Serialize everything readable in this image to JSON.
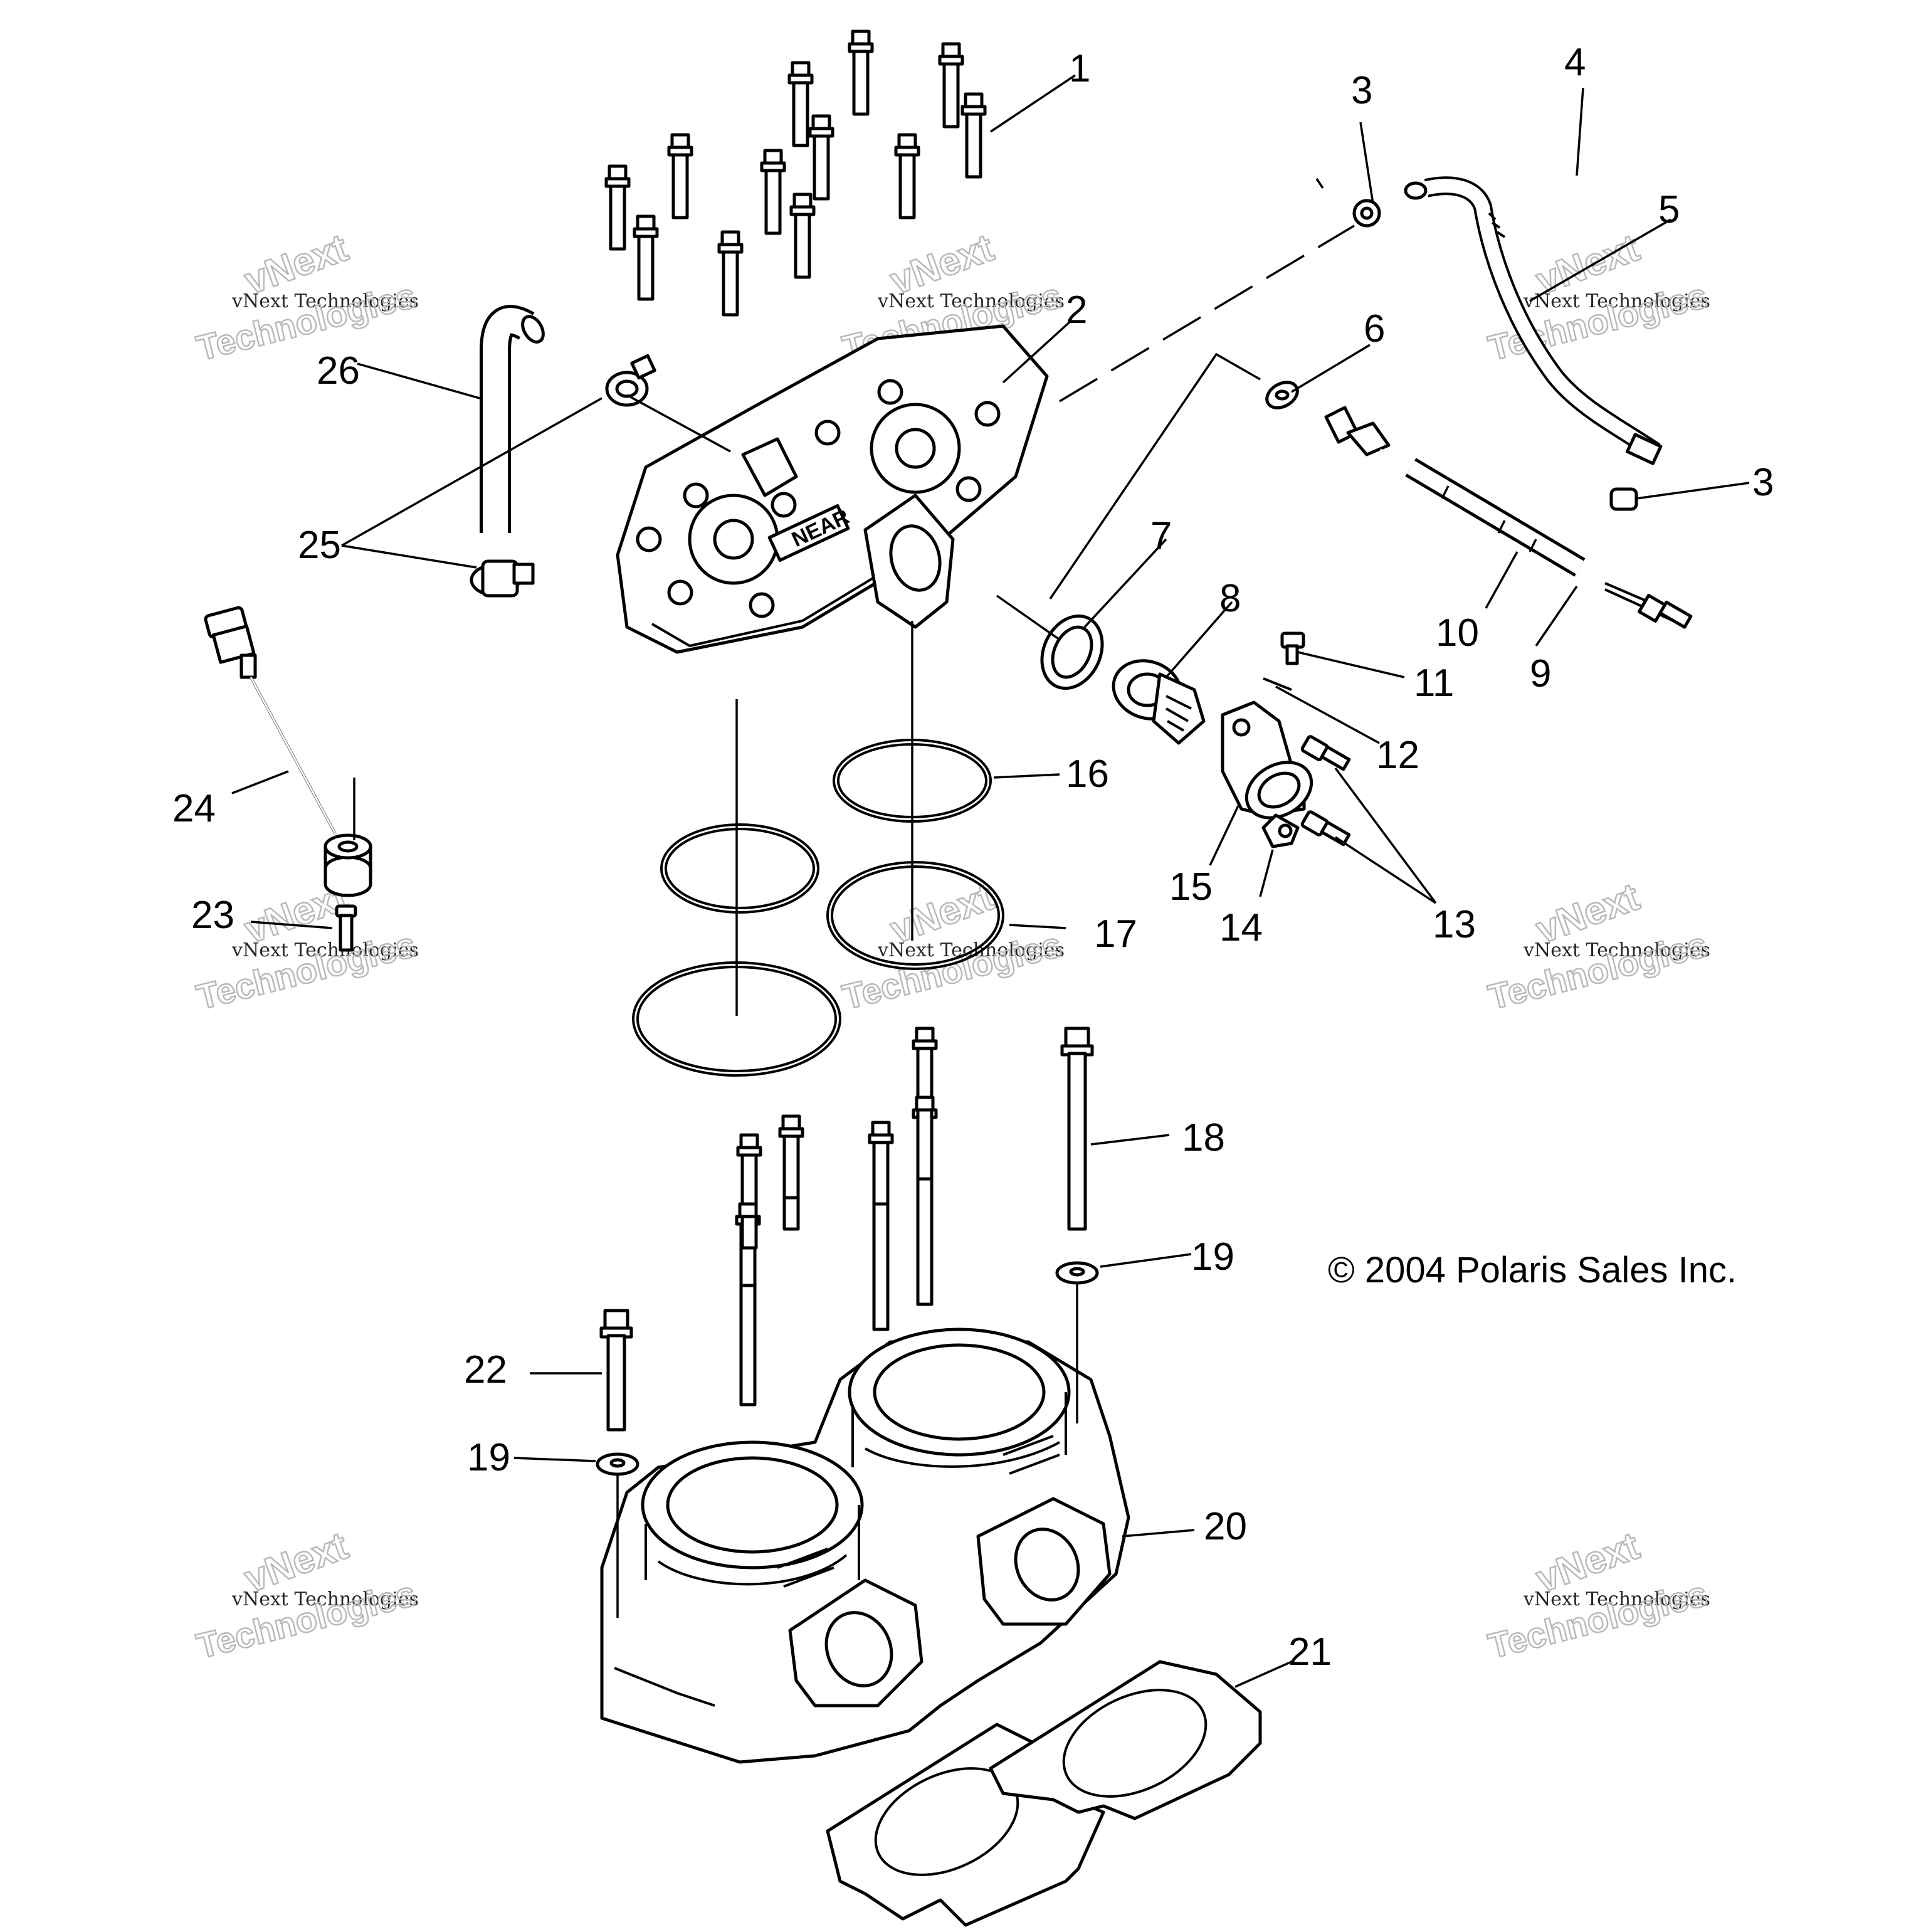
{
  "diagram": {
    "callouts": [
      "1",
      "2",
      "3",
      "4",
      "3",
      "5",
      "6",
      "7",
      "8",
      "9",
      "10",
      "11",
      "12",
      "13",
      "14",
      "15",
      "16",
      "17",
      "18",
      "19",
      "19",
      "20",
      "21",
      "22",
      "23",
      "24",
      "25",
      "26"
    ],
    "copyright": "© 2004 Polaris Sales Inc.",
    "watermark": {
      "line1": "vNext Technologies",
      "line2a": "vNext",
      "line2b": "Technologies"
    },
    "head_marking": "NEAR"
  }
}
